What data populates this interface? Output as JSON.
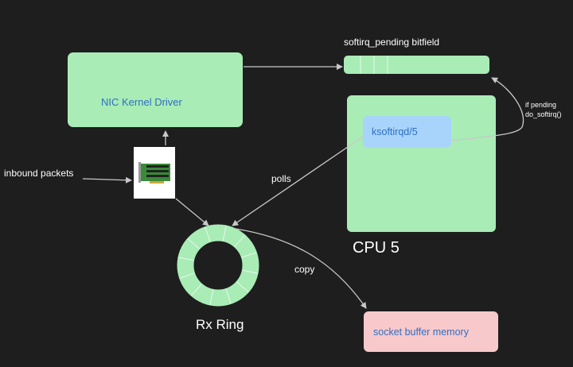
{
  "colors": {
    "background": "#1e1e1e",
    "green_box": "#a9ecb6",
    "blue_box": "#a8d4fb",
    "pink_box": "#f8c9cb",
    "blue_text": "#2f6fc4",
    "arrow": "#c8c8c8",
    "label": "#ffffff"
  },
  "nodes": {
    "nic_driver": "NIC Kernel Driver",
    "bitfield": "softirq_pending bitfield",
    "ksoftirqd": "ksoftirqd/5",
    "cpu": "CPU 5",
    "rx_ring": "Rx Ring",
    "socket_buffer": "socket buffer memory",
    "nic_card_icon": "network-card-image"
  },
  "edges": {
    "inbound": "inbound packets",
    "polls": "polls",
    "copy": "copy",
    "if_pending_1": "if pending",
    "if_pending_2": "do_softirq()"
  }
}
